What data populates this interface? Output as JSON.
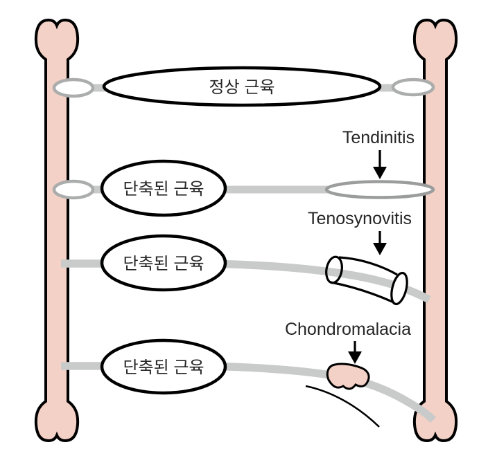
{
  "figure": {
    "kind": "muscle-tendon-pathology-diagram",
    "rows": [
      {
        "muscle_label": "정상 근육"
      },
      {
        "muscle_label": "단축된 근육",
        "condition_label": "Tendinitis"
      },
      {
        "muscle_label": "단축된 근육",
        "condition_label": "Tenosynovitis"
      },
      {
        "muscle_label": "단축된 근육",
        "condition_label": "Chondromalacia"
      }
    ],
    "colors": {
      "bone_fill": "#F4D1C6",
      "tendon_gray": "#C9CBCA",
      "attachment_stroke": "#ABADAC",
      "swollen_tendon_stroke": "#9B9D9C",
      "outline": "#000000",
      "label_text": "#262626"
    }
  }
}
